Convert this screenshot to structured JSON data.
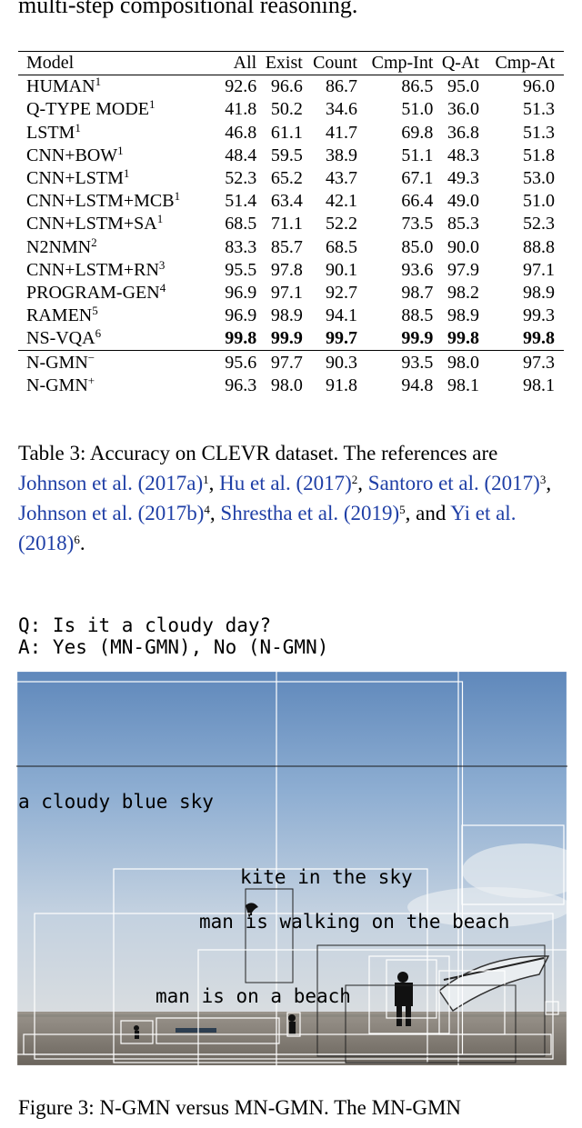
{
  "intro_text": "multi-step compositional reasoning.",
  "table": {
    "headers": [
      "Model",
      "All",
      "Exist",
      "Count",
      "Cmp-Int",
      "Q-At",
      "Cmp-At"
    ],
    "rows": [
      {
        "model": "HUMAN",
        "sup": "1",
        "values": [
          "92.6",
          "96.6",
          "86.7",
          "86.5",
          "95.0",
          "96.0"
        ]
      },
      {
        "model": "Q-TYPE MODE",
        "sup": "1",
        "values": [
          "41.8",
          "50.2",
          "34.6",
          "51.0",
          "36.0",
          "51.3"
        ]
      },
      {
        "model": "LSTM",
        "sup": "1",
        "values": [
          "46.8",
          "61.1",
          "41.7",
          "69.8",
          "36.8",
          "51.3"
        ]
      },
      {
        "model": "CNN+BOW",
        "sup": "1",
        "values": [
          "48.4",
          "59.5",
          "38.9",
          "51.1",
          "48.3",
          "51.8"
        ]
      },
      {
        "model": "CNN+LSTM",
        "sup": "1",
        "values": [
          "52.3",
          "65.2",
          "43.7",
          "67.1",
          "49.3",
          "53.0"
        ]
      },
      {
        "model": "CNN+LSTM+MCB",
        "sup": "1",
        "values": [
          "51.4",
          "63.4",
          "42.1",
          "66.4",
          "49.0",
          "51.0"
        ]
      },
      {
        "model": "CNN+LSTM+SA",
        "sup": "1",
        "values": [
          "68.5",
          "71.1",
          "52.2",
          "73.5",
          "85.3",
          "52.3"
        ]
      },
      {
        "model": "N2NMN",
        "sup": "2",
        "values": [
          "83.3",
          "85.7",
          "68.5",
          "85.0",
          "90.0",
          "88.8"
        ]
      },
      {
        "model": "CNN+LSTM+RN",
        "sup": "3",
        "values": [
          "95.5",
          "97.8",
          "90.1",
          "93.6",
          "97.9",
          "97.1"
        ]
      },
      {
        "model": "PROGRAM-GEN",
        "sup": "4",
        "values": [
          "96.9",
          "97.1",
          "92.7",
          "98.7",
          "98.2",
          "98.9"
        ]
      },
      {
        "model": "RAMEN",
        "sup": "5",
        "values": [
          "96.9",
          "98.9",
          "94.1",
          "88.5",
          "98.9",
          "99.3"
        ]
      },
      {
        "model": "NS-VQA",
        "sup": "6",
        "values": [
          "99.8",
          "99.9",
          "99.7",
          "99.9",
          "99.8",
          "99.8"
        ]
      }
    ],
    "ours": [
      {
        "model": "N-GMN",
        "sup": "−",
        "values": [
          "95.6",
          "97.7",
          "90.3",
          "93.5",
          "98.0",
          "97.3"
        ]
      },
      {
        "model": "N-GMN",
        "sup": "+",
        "values": [
          "96.3",
          "98.0",
          "91.8",
          "94.8",
          "98.1",
          "98.1"
        ]
      }
    ]
  },
  "caption": {
    "label": "Table 3:",
    "text1": " Accuracy on CLEVR dataset. The references are ",
    "r1": "Johnson et al. (2017a)",
    "s1": "1",
    "t2": ", ",
    "r2": "Hu et al. (2017)",
    "s2": "2",
    "t3": ", ",
    "r3": "Santoro et al. (2017)",
    "s3": "3",
    "t4": ", ",
    "r4": "Johnson et al. (2017b)",
    "s4": "4",
    "t5": ", ",
    "r5": "Shrestha et al. (2019)",
    "s5": "5",
    "t6": ", and ",
    "r6": "Yi et al. (2018)",
    "s6": "6",
    "t7": "."
  },
  "qa": {
    "question": "Q: Is it a cloudy day?",
    "answer": "A: Yes (MN-GMN), No (N-GMN)"
  },
  "figure": {
    "annotations": {
      "sky": "a cloudy blue sky",
      "kite": "kite in the sky",
      "walking": "man is walking on the beach",
      "beach": "man is on a beach"
    }
  },
  "fig_caption": "Figure 3: N-GMN versus MN-GMN. The MN-GMN"
}
